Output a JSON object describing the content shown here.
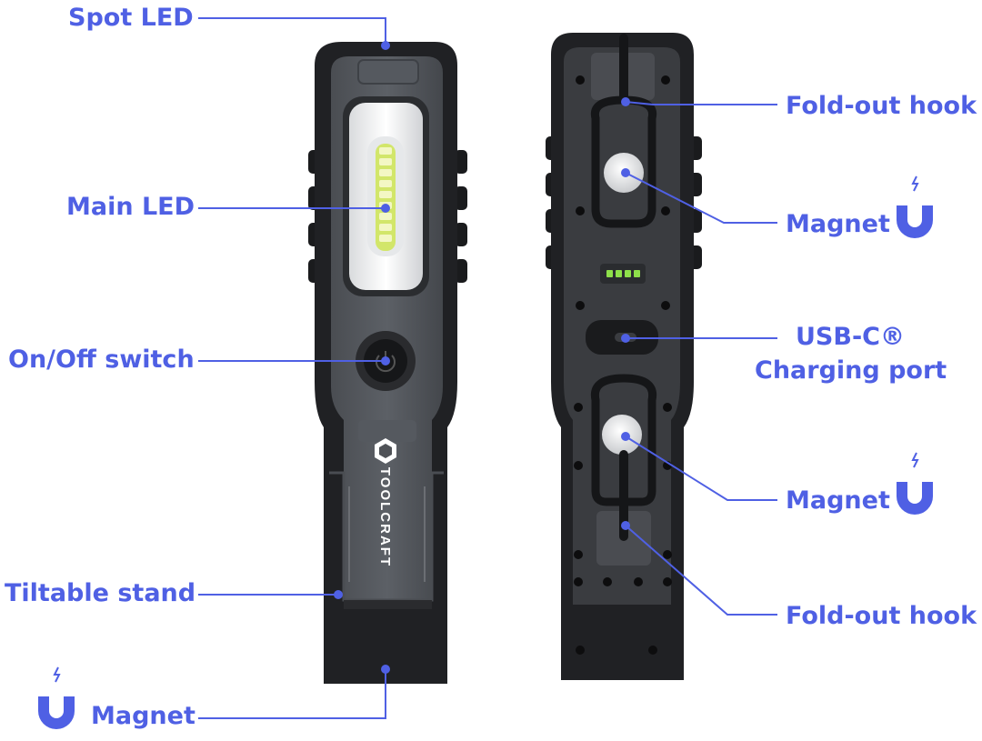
{
  "accent_color": "#4f60e4",
  "left_view": {
    "spot_led": "Spot LED",
    "main_led": "Main LED",
    "on_off_switch": "On/Off switch",
    "tiltable_stand": "Tiltable stand",
    "magnet": "Magnet",
    "brand_logo_text": "TOOLCRAFT"
  },
  "right_view": {
    "fold_out_hook_top": "Fold-out hook",
    "magnet_top": "Magnet",
    "usb_c_line1": "USB-C®",
    "usb_c_line2": "Charging port",
    "magnet_bottom": "Magnet",
    "fold_out_hook_bottom": "Fold-out hook"
  },
  "icons": [
    "magnet-icon"
  ]
}
